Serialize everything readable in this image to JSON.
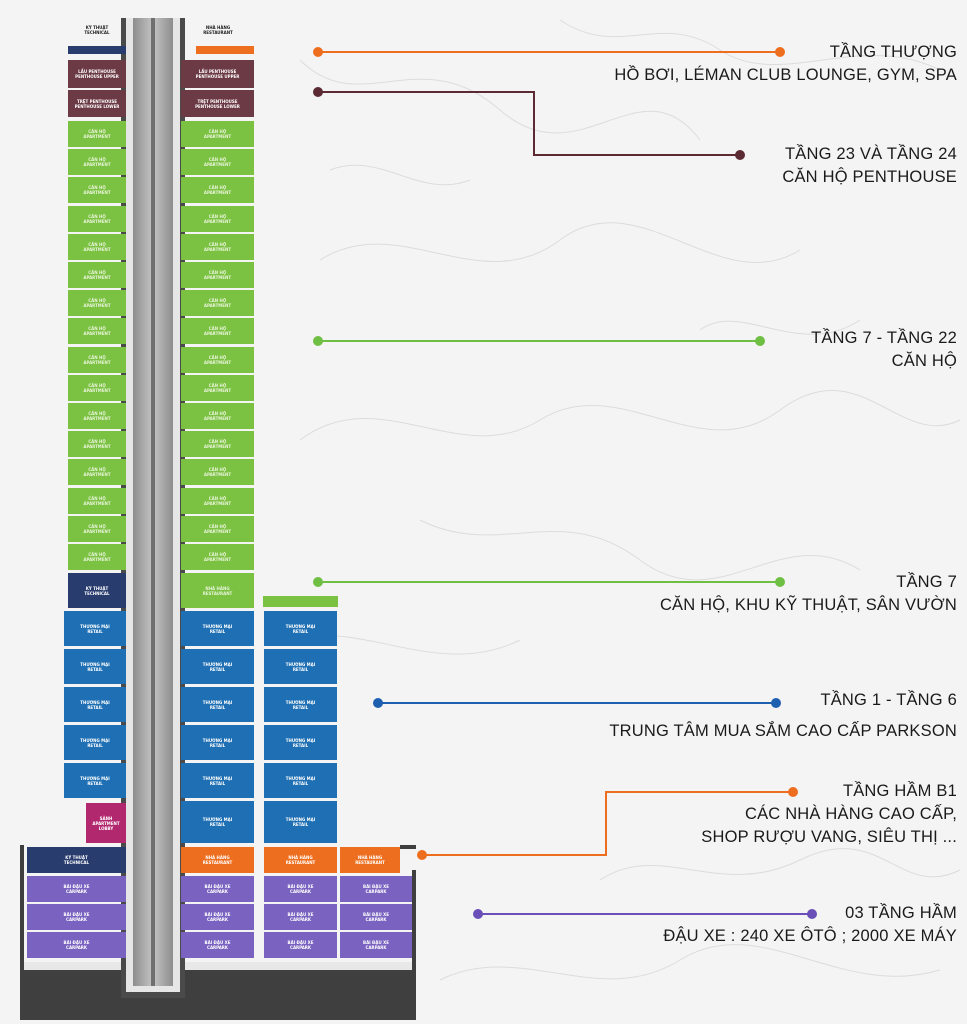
{
  "headers": {
    "technical": {
      "line1": "KỸ THUẬT",
      "line2": "TECHNICAL"
    },
    "restaurant": {
      "line1": "NHÀ HÀNG",
      "line2": "RESTAURANT"
    }
  },
  "block_labels": {
    "penthouse_upper": [
      "LẦU PENTHOUSE",
      "PENTHOUSE UPPER"
    ],
    "penthouse_lower": [
      "TRỆT PENTHOUSE",
      "PENTHOUSE LOWER"
    ],
    "apartment": [
      "CĂN HỘ",
      "APARTMENT"
    ],
    "technical": [
      "KỸ THUẬT",
      "TECHNICAL"
    ],
    "restaurant": [
      "NHÀ HÀNG",
      "RESTAURANT"
    ],
    "retail": [
      "THƯƠNG MẠI",
      "RETAIL"
    ],
    "lobby": [
      "SẢNH",
      "APARTMENT",
      "LOBBY"
    ],
    "carpark": [
      "BÃI ĐẬU XE",
      "CARPARK"
    ]
  },
  "colors": {
    "technical": "#283c6e",
    "penthouse": "#6b3a45",
    "apartment": "#7bc242",
    "retail": "#1e6fb3",
    "restaurant": "#ee6e1f",
    "lobby": "#b2286f",
    "carpark": "#7a63c0",
    "foundation": "#3f3f3f",
    "core": "#a8a8a8"
  },
  "annotations": [
    {
      "id": "rooftop",
      "lines": [
        "TẦNG THƯỢNG",
        "HỒ BƠI, LÉMAN CLUB LOUNGE, GYM, SPA"
      ],
      "color": "#ee6e1f"
    },
    {
      "id": "penthouse",
      "lines": [
        "TẦNG 23 VÀ TẦNG 24",
        "CĂN HỘ PENTHOUSE"
      ],
      "color": "#5b2a33"
    },
    {
      "id": "floors-7-22",
      "lines": [
        "TẦNG 7 - TẦNG 22",
        "CĂN HỘ"
      ],
      "color": "#6fbf44"
    },
    {
      "id": "floor-7",
      "lines": [
        "TẦNG 7",
        "CĂN HỘ, KHU KỸ THUẬT, SÂN VƯỜN"
      ],
      "color": "#6fbf44"
    },
    {
      "id": "floors-1-6",
      "lines": [
        "TẦNG 1 - TẦNG 6",
        "TRUNG TÂM MUA SẮM CAO CẤP PARKSON"
      ],
      "color": "#1e5fb0"
    },
    {
      "id": "basement-b1",
      "lines": [
        "TẦNG HẦM B1",
        "CÁC NHÀ HÀNG CAO CẤP,",
        "SHOP RƯỢU VANG, SIÊU THỊ ..."
      ],
      "color": "#ee6e1f"
    },
    {
      "id": "basements",
      "lines": [
        "03 TẦNG HẦM",
        "ĐẬU XE : 240 XE ÔTÔ ; 2000 XE MÁY"
      ],
      "color": "#6a4fb8"
    }
  ]
}
